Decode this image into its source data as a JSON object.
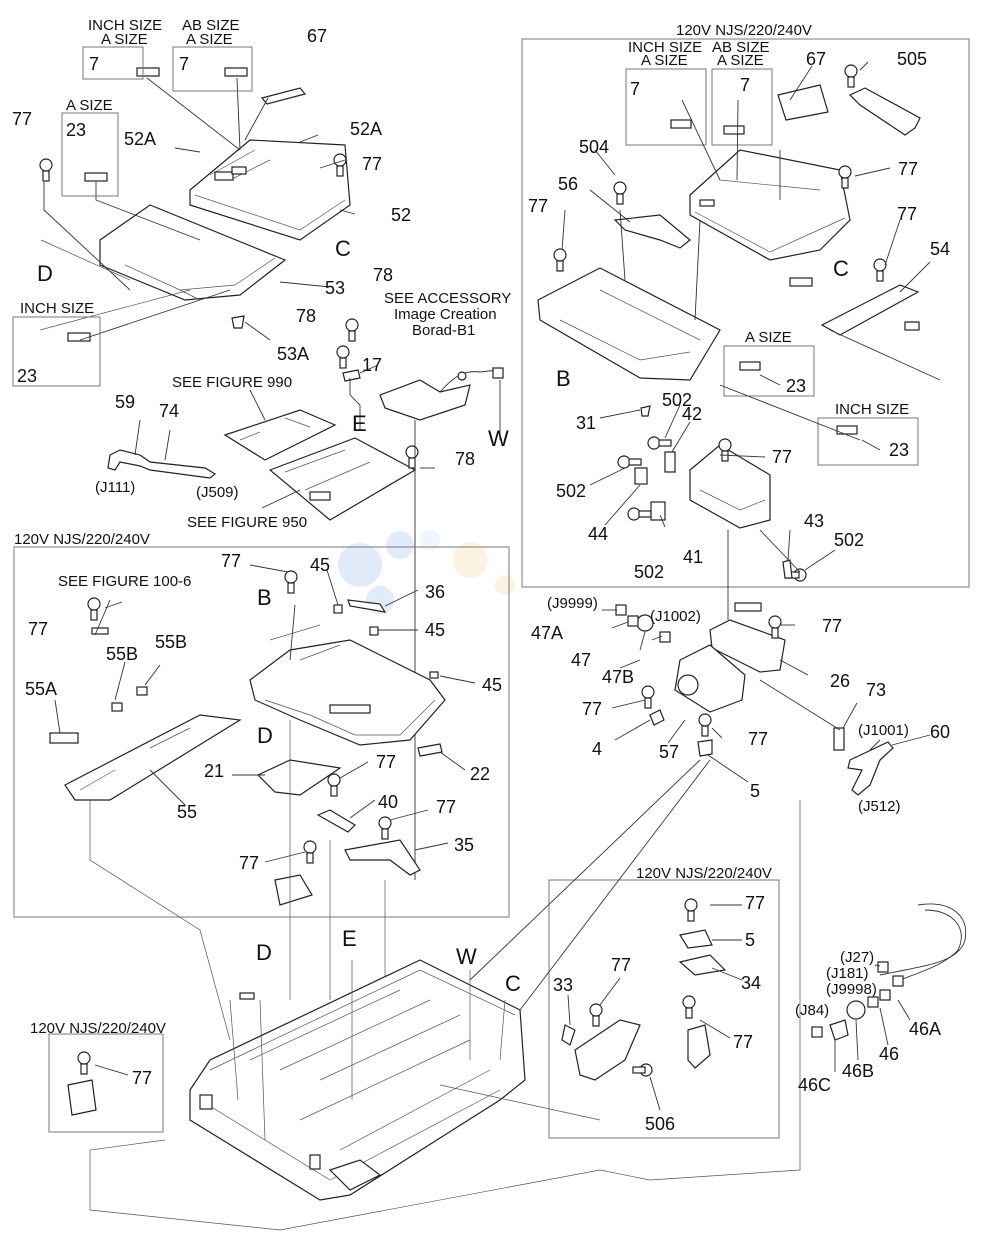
{
  "section_titles": {
    "right_top": "120V NJS/220/240V",
    "left_mid": "120V NJS/220/240V",
    "right_bottom": "120V NJS/220/240V",
    "left_bottom": "120V NJS/220/240V"
  },
  "size_tags": {
    "inch_size": "INCH SIZE",
    "a_size": "A SIZE",
    "ab_size": "AB SIZE"
  },
  "references": {
    "see_accessory_1": "SEE ACCESSORY",
    "see_accessory_2": "Image Creation",
    "see_accessory_3": "Borad-B1",
    "see_fig_990": "SEE FIGURE 990",
    "see_fig_950": "SEE FIGURE 950",
    "see_fig_1006": "SEE FIGURE 100-6"
  },
  "connectors": {
    "j111": "(J111)",
    "j509": "(J509)",
    "j9999": "(J9999)",
    "j1002": "(J1002)",
    "j1001": "(J1001)",
    "j512": "(J512)",
    "j27": "(J27)",
    "j181": "(J181)",
    "j9998": "(J9998)",
    "j84": "(J84)"
  },
  "callouts": {
    "p7": "7",
    "p67": "67",
    "p77": "77",
    "p23": "23",
    "p52a": "52A",
    "p52": "52",
    "pC": "C",
    "pD": "D",
    "p53": "53",
    "p53a": "53A",
    "p78": "78",
    "p17": "17",
    "pE": "E",
    "pW": "W",
    "p59": "59",
    "p74": "74",
    "p505": "505",
    "p504": "504",
    "p56": "56",
    "p54": "54",
    "pB": "B",
    "p31": "31",
    "p502": "502",
    "p42": "42",
    "p44": "44",
    "p41": "41",
    "p43": "43",
    "p47a": "47A",
    "p47": "47",
    "p47b": "47B",
    "p26": "26",
    "p73": "73",
    "p60": "60",
    "p4": "4",
    "p57": "57",
    "p5": "5",
    "p45": "45",
    "p36": "36",
    "p55b": "55B",
    "p55a": "55A",
    "p55": "55",
    "p21": "21",
    "p22": "22",
    "p40": "40",
    "p35": "35",
    "p33": "33",
    "p34": "34",
    "p506": "506",
    "p46a": "46A",
    "p46": "46",
    "p46b": "46B",
    "p46c": "46C"
  }
}
